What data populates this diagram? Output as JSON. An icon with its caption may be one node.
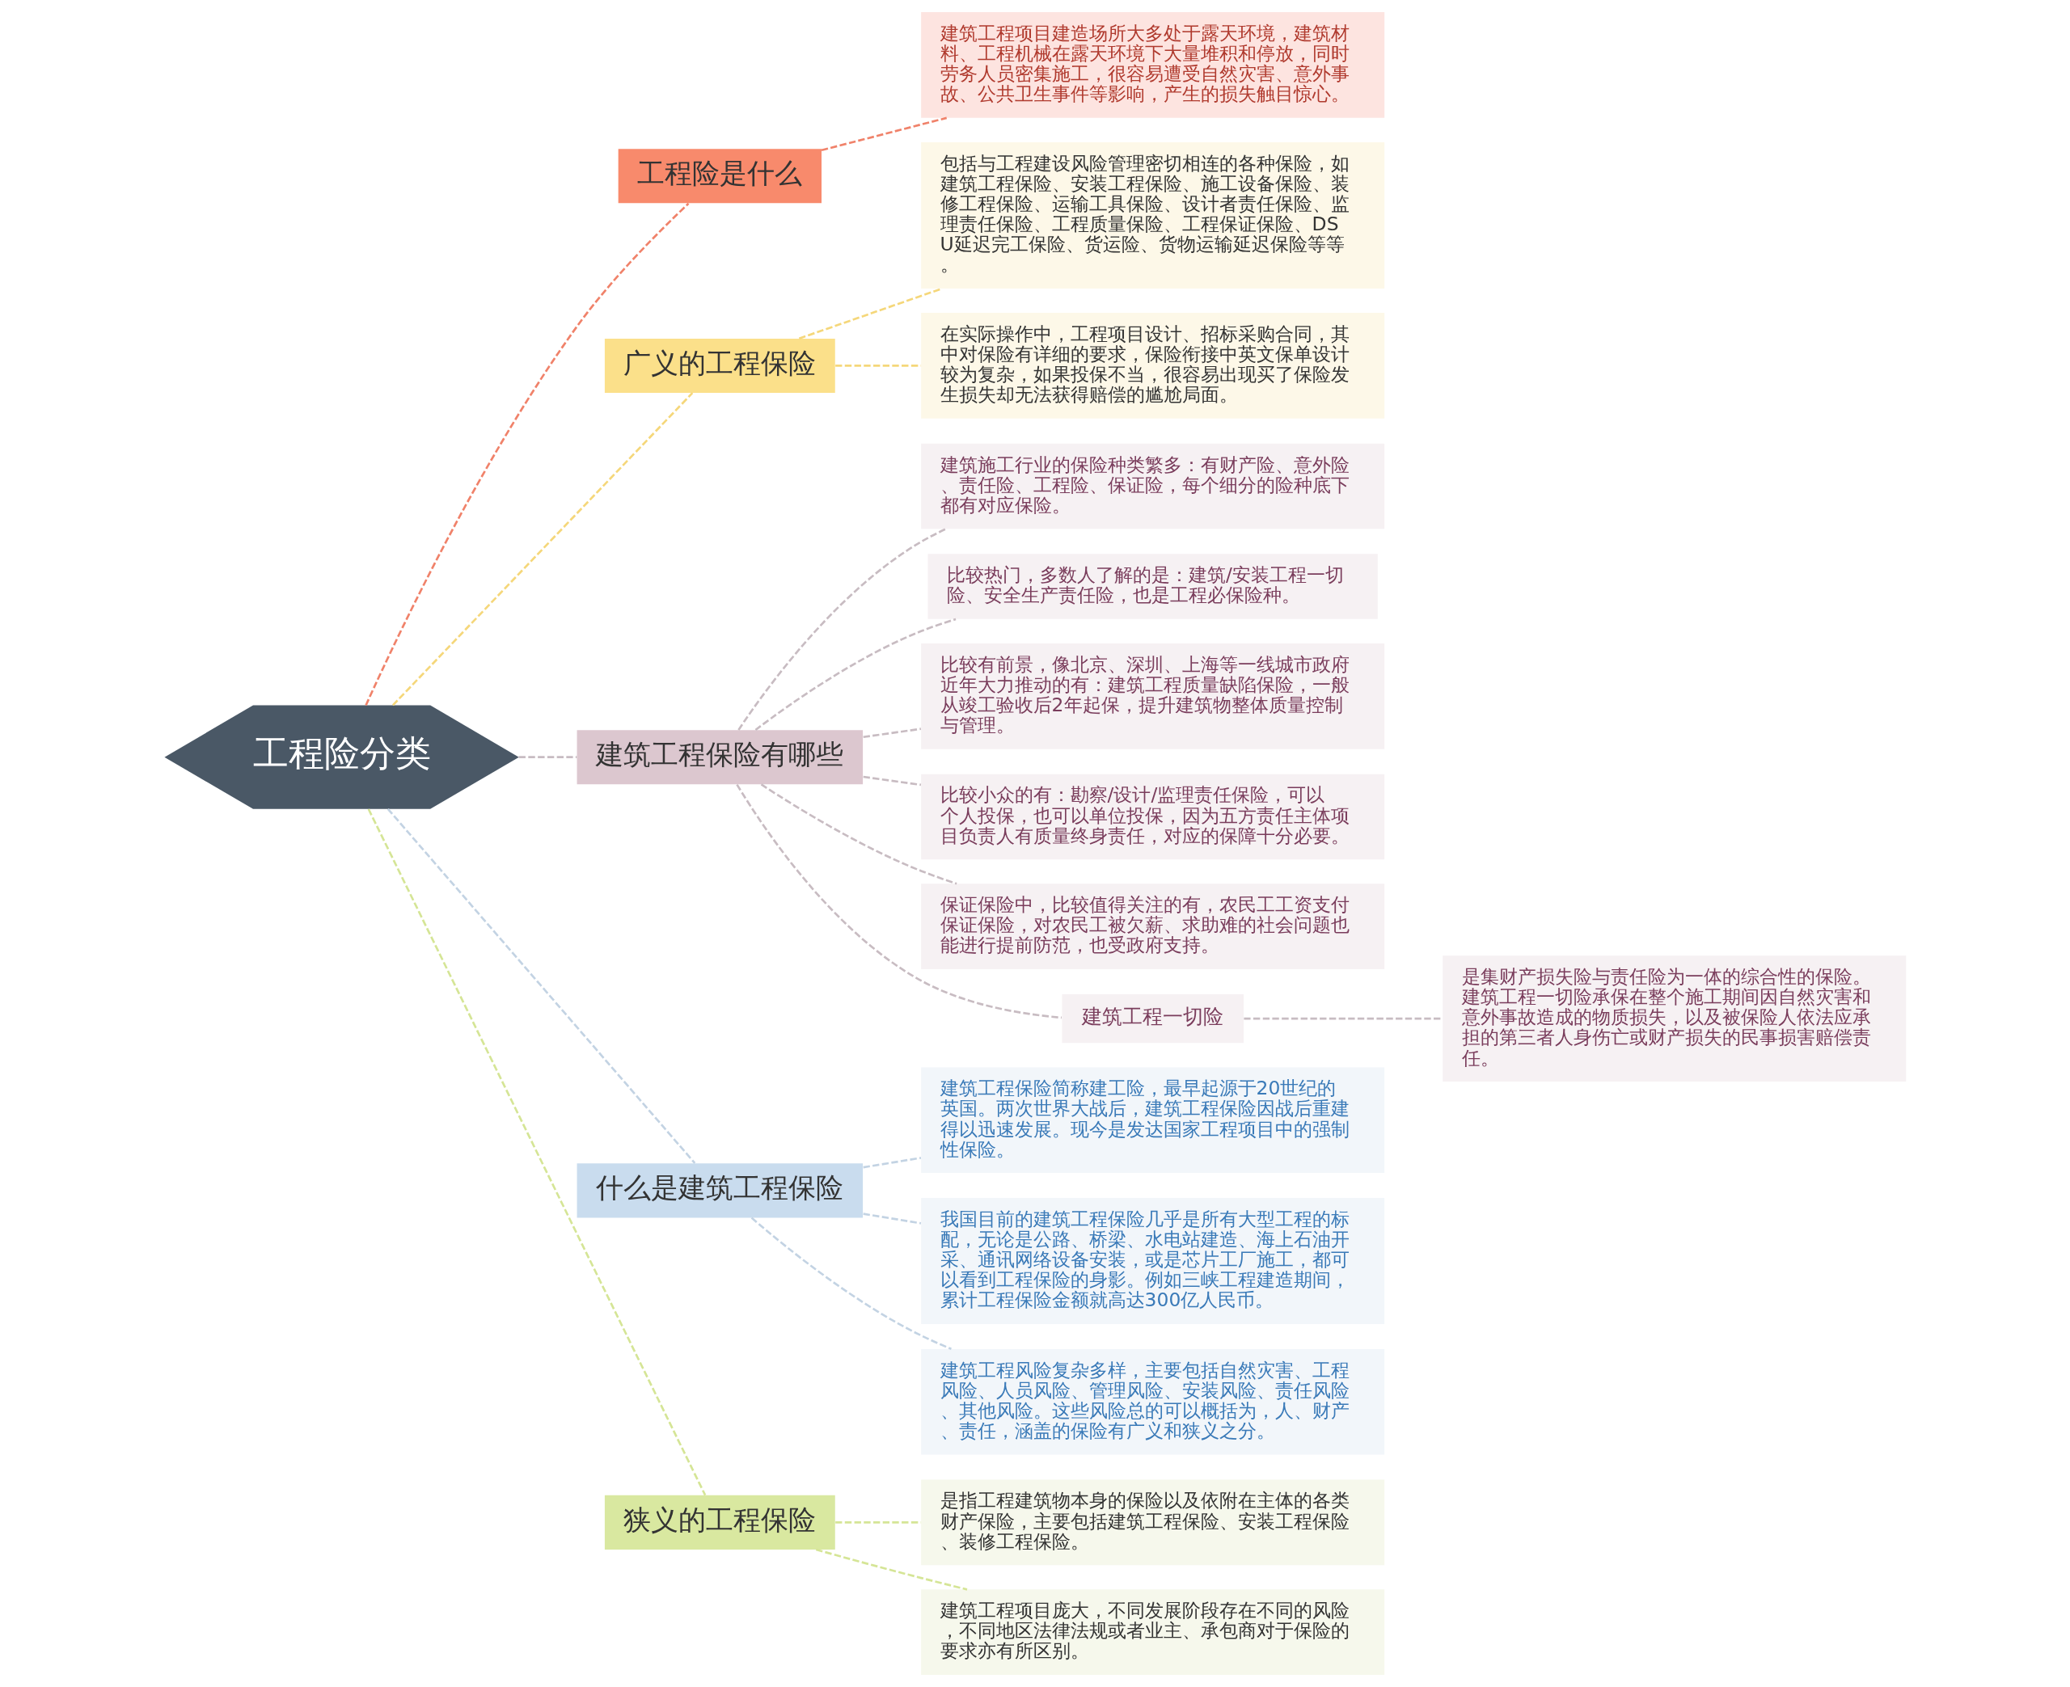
{
  "diagram": {
    "nodes": [
      {
        "text": [
          "工程险分类"
        ]
      },
      {
        "text": [
          "工程险是什么"
        ]
      },
      {
        "text": [
          "建筑工程项目建造场所大多处于露天环境，建筑材料、工程机械在露天环境下大量堆积和停放，同时劳务人员密集施工，很容易遭受自然灾害、意外事故、公共卫生事件等影响，产生的损失触目惊心。"
        ]
      },
      {
        "text": [
          "广义的工程保险"
        ]
      },
      {
        "text": [
          "包括与工程建设风险管理密切相连的各种保险，如建筑工程保险、安装工程保险、施工设备保险、装修工程保险、运输工具保险、设计者责任保险、监理责任保险、工程质量保险、工程保证保险、DSU延迟完工保险、货运险、货物运输延迟保险等等。"
        ]
      },
      {
        "text": [
          "在实际操作中，工程项目设计、招标采购合同，其中对保险有详细的要求，保险衔接中英文保单设计较为复杂，如果投保不当，很容易出现买了保险发生损失却无法获得赔偿的尴尬局面。"
        ]
      },
      {
        "text": [
          "建筑工程保险有哪些"
        ]
      },
      {
        "text": [
          "建筑施工行业的保险种类繁多：有财产险、意外险、责任险、工程险、保证险，每个细分的险种底下都有对应保险。"
        ]
      },
      {
        "text": [
          "比较热门，多数人了解的是：建筑/安装工程一切险、安全生产责任险，也是工程必保险种。"
        ]
      },
      {
        "text": [
          "比较有前景，像北京、深圳、上海等一线城市政府近年大力推动的有：建筑工程质量缺陷保险，一般从竣工验收后2年起保，提升建筑物整体质量控制与管理。"
        ]
      },
      {
        "text": [
          "比较小众的有：勘察/设计/监理责任保险，可以个人投保，也可以单位投保，因为五方责任主体项目负责人有质量终身责任，对应的保障十分必要。"
        ]
      },
      {
        "text": [
          "保证保险中，比较值得关注的有，农民工工资支付保证保险，对农民工被欠薪、求助难的社会问题也能进行提前防范，也受政府支持。"
        ]
      },
      {
        "text": [
          "建筑工程一切险"
        ]
      },
      {
        "text": [
          "是集财产损失险与责任险为一体的综合性的保险。建筑工程一切险承保在整个施工期间因自然灾害和意外事故造成的物质损失，以及被保险人依法应承担的第三者人身伤亡或财产损失的民事损害赔偿责任。"
        ]
      },
      {
        "text": [
          "什么是建筑工程保险"
        ]
      },
      {
        "text": [
          "建筑工程保险简称建工险，最早起源于20世纪的英国。两次世界大战后，建筑工程保险因战后重建得以迅速发展。现今是发达国家工程项目中的强制性保险。"
        ]
      },
      {
        "text": [
          "我国目前的建筑工程保险几乎是所有大型工程的标配，无论是公路、桥梁、水电站建造、海上石油开采、通讯网络设备安装，或是芯片工厂施工，都可以看到工程保险的身影。例如三峡工程建造期间，累计工程保险金额就高达300亿人民币。"
        ]
      },
      {
        "text": [
          "建筑工程风险复杂多样，主要包括自然灾害、工程风险、人员风险、管理风险、安装风险、责任风险、其他风险。这些风险总的可以概括为，人、财产、责任，涵盖的保险有广义和狭义之分。"
        ]
      },
      {
        "text": [
          "狭义的工程保险"
        ]
      },
      {
        "text": [
          "是指工程建筑物本身的保险以及依附在主体的各类财产保险，主要包括建筑工程保险、安装工程保险、装修工程保险。"
        ]
      },
      {
        "text": [
          "建筑工程项目庞大，不同发展阶段存在不同的风险，不同地区法律法规或者业主、承包商对于保险的要求亦有所区别。"
        ]
      }
    ],
    "edges": [
      {
        "from": 0,
        "to": 1,
        "arrow": "none",
        "style": "dashed",
        "color": "#f0826a"
      },
      {
        "from": 1,
        "to": 2,
        "arrow": "none",
        "style": "dashed",
        "color": "#f0826a"
      },
      {
        "from": 0,
        "to": 3,
        "arrow": "none",
        "style": "dashed",
        "color": "#f5d77a"
      },
      {
        "from": 3,
        "to": 4,
        "arrow": "none",
        "style": "dashed",
        "color": "#f5d77a"
      },
      {
        "from": 3,
        "to": 5,
        "arrow": "none",
        "style": "dashed",
        "color": "#f5d77a"
      },
      {
        "from": 0,
        "to": 6,
        "arrow": "none",
        "style": "dashed",
        "color": "#c8bcc2"
      },
      {
        "from": 6,
        "to": 7,
        "arrow": "none",
        "style": "dashed",
        "color": "#c8bcc2"
      },
      {
        "from": 6,
        "to": 8,
        "arrow": "none",
        "style": "dashed",
        "color": "#c8bcc2"
      },
      {
        "from": 6,
        "to": 9,
        "arrow": "none",
        "style": "dashed",
        "color": "#c8bcc2"
      },
      {
        "from": 6,
        "to": 10,
        "arrow": "none",
        "style": "dashed",
        "color": "#c8bcc2"
      },
      {
        "from": 6,
        "to": 11,
        "arrow": "none",
        "style": "dashed",
        "color": "#c8bcc2"
      },
      {
        "from": 6,
        "to": 12,
        "arrow": "none",
        "style": "dashed",
        "color": "#c8bcc2"
      },
      {
        "from": 12,
        "to": 13,
        "arrow": "none",
        "style": "dashed",
        "color": "#c8bcc2"
      },
      {
        "from": 0,
        "to": 14,
        "arrow": "none",
        "style": "dashed",
        "color": "#c3d3e3"
      },
      {
        "from": 14,
        "to": 15,
        "arrow": "none",
        "style": "dashed",
        "color": "#c3d3e3"
      },
      {
        "from": 14,
        "to": 16,
        "arrow": "none",
        "style": "dashed",
        "color": "#c3d3e3"
      },
      {
        "from": 14,
        "to": 17,
        "arrow": "none",
        "style": "dashed",
        "color": "#c3d3e3"
      },
      {
        "from": 0,
        "to": 18,
        "arrow": "none",
        "style": "dashed",
        "color": "#d5e596"
      },
      {
        "from": 18,
        "to": 19,
        "arrow": "none",
        "style": "dashed",
        "color": "#d5e596"
      },
      {
        "from": 18,
        "to": 20,
        "arrow": "none",
        "style": "dashed",
        "color": "#d5e596"
      }
    ]
  }
}
